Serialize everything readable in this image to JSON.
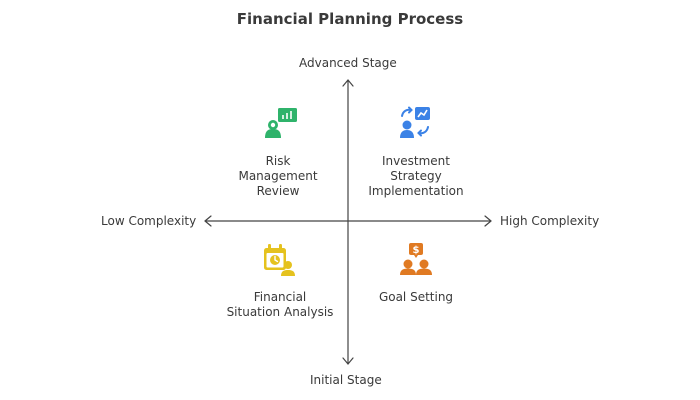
{
  "title": "Financial Planning Process",
  "axes": {
    "top": "Advanced Stage",
    "bottom": "Initial Stage",
    "left": "Low Complexity",
    "right": "High Complexity"
  },
  "quadrants": {
    "top_left": {
      "lines": [
        "Risk",
        "Management",
        "Review"
      ],
      "icon": "presentation-chart-icon",
      "color": "#2fb36b"
    },
    "top_right": {
      "lines": [
        "Investment",
        "Strategy",
        "Implementation"
      ],
      "icon": "people-exchange-icon",
      "color": "#3b82e6"
    },
    "bottom_left": {
      "lines": [
        "Financial",
        "Situation Analysis"
      ],
      "icon": "calendar-user-icon",
      "color": "#e5c21e"
    },
    "bottom_right": {
      "lines": [
        "Goal Setting"
      ],
      "icon": "people-money-icon",
      "color": "#e07a22"
    }
  }
}
